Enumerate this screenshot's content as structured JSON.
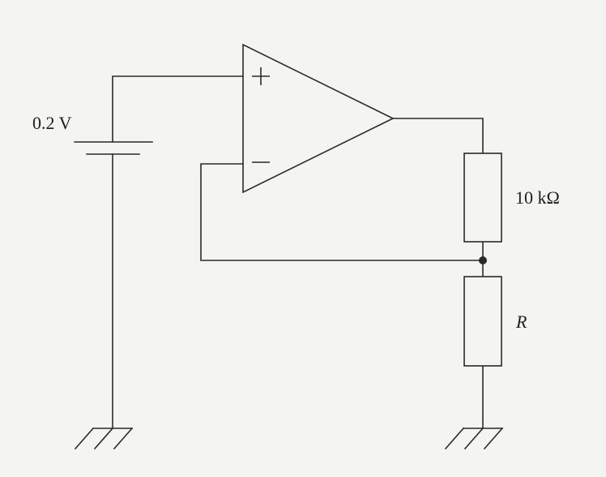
{
  "labels": {
    "battery_voltage": "0.2 V",
    "upper_resistor": "10 kΩ",
    "lower_resistor": "R"
  },
  "colors": {
    "background": "#f4f4f2",
    "ink": "#2a2a2a"
  }
}
